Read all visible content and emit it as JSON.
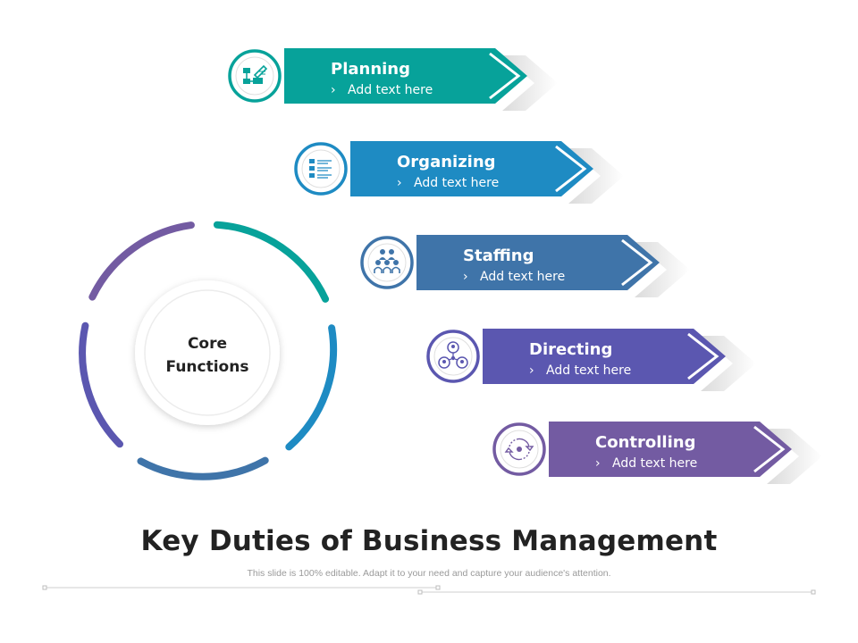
{
  "core": {
    "line1": "Core",
    "line2": "Functions"
  },
  "items": [
    {
      "title": "Planning",
      "sub": "Add text here",
      "color": "#07a29a",
      "icon": "planning-icon"
    },
    {
      "title": "Organizing",
      "sub": "Add text here",
      "color": "#1e8bc3",
      "icon": "organizing-icon"
    },
    {
      "title": "Staffing",
      "sub": "Add text here",
      "color": "#3f74a9",
      "icon": "staffing-icon"
    },
    {
      "title": "Directing",
      "sub": "Add text here",
      "color": "#5b57b0",
      "icon": "directing-icon"
    },
    {
      "title": "Controlling",
      "sub": "Add text here",
      "color": "#735ba2",
      "icon": "controlling-icon"
    }
  ],
  "title": "Key Duties of Business Management",
  "subtitle": "This slide is 100% editable. Adapt it to your need and capture your audience's attention.",
  "colors": {
    "teal": "#07a29a",
    "blue": "#1e8bc3",
    "steel": "#3f74a9",
    "indigo": "#5b57b0",
    "purple": "#735ba2"
  }
}
